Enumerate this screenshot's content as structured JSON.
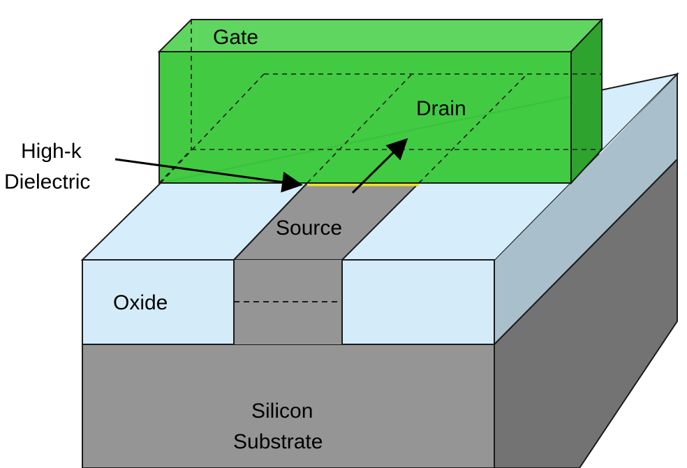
{
  "labels": {
    "gate": "Gate",
    "drain": "Drain",
    "high_k_line1": "High-k",
    "high_k_line2": "Dielectric",
    "source": "Source",
    "oxide": "Oxide",
    "substrate_line1": "Silicon",
    "substrate_line2": "Substrate"
  },
  "colors": {
    "gate_front": "#3ac93a",
    "gate_top": "#5fd65f",
    "gate_side": "#2ea42e",
    "oxide_front": "#d4ecfa",
    "oxide_top": "#d6edfb",
    "oxide_side": "#a9bfcc",
    "silicon_front": "#959595",
    "silicon_side": "#737373",
    "dielectric": "#f0e020",
    "outline": "#1a1a1a"
  }
}
